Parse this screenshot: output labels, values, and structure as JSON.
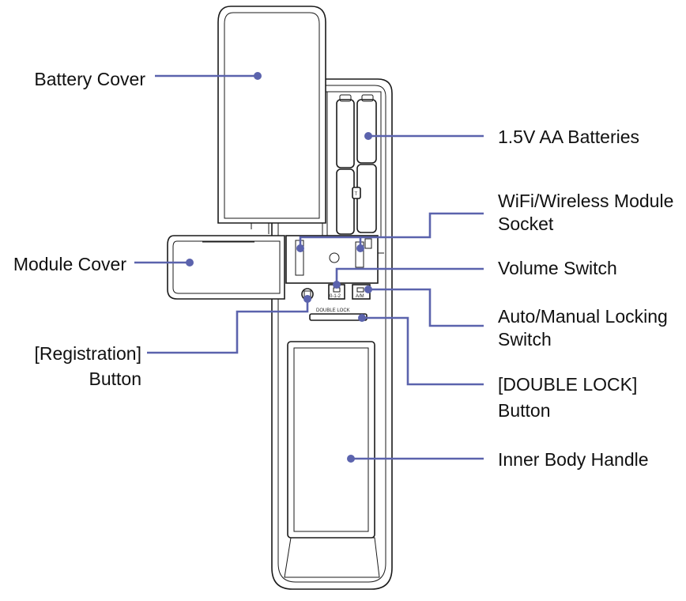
{
  "diagram": {
    "accent": "#5b63ad",
    "labels": {
      "battery_cover": "Battery Cover",
      "batteries": "1.5V AA Batteries",
      "wifi_line1": "WiFi/Wireless Module",
      "wifi_line2": "Socket",
      "module_cover": "Module Cover",
      "volume_switch": "Volume Switch",
      "auto_manual_line1": "Auto/Manual Locking",
      "auto_manual_line2": "Switch",
      "registration_line1": "[Registration]",
      "registration_line2": "Button",
      "double_lock_line1": "[DOUBLE LOCK]",
      "double_lock_line2": "Button",
      "inner_handle": "Inner Body Handle"
    },
    "device_markings": {
      "double_lock": "DOUBLE LOCK",
      "volume_positions": "0-1-2",
      "auto_manual": "A/M",
      "battery_symbol": "T"
    }
  }
}
